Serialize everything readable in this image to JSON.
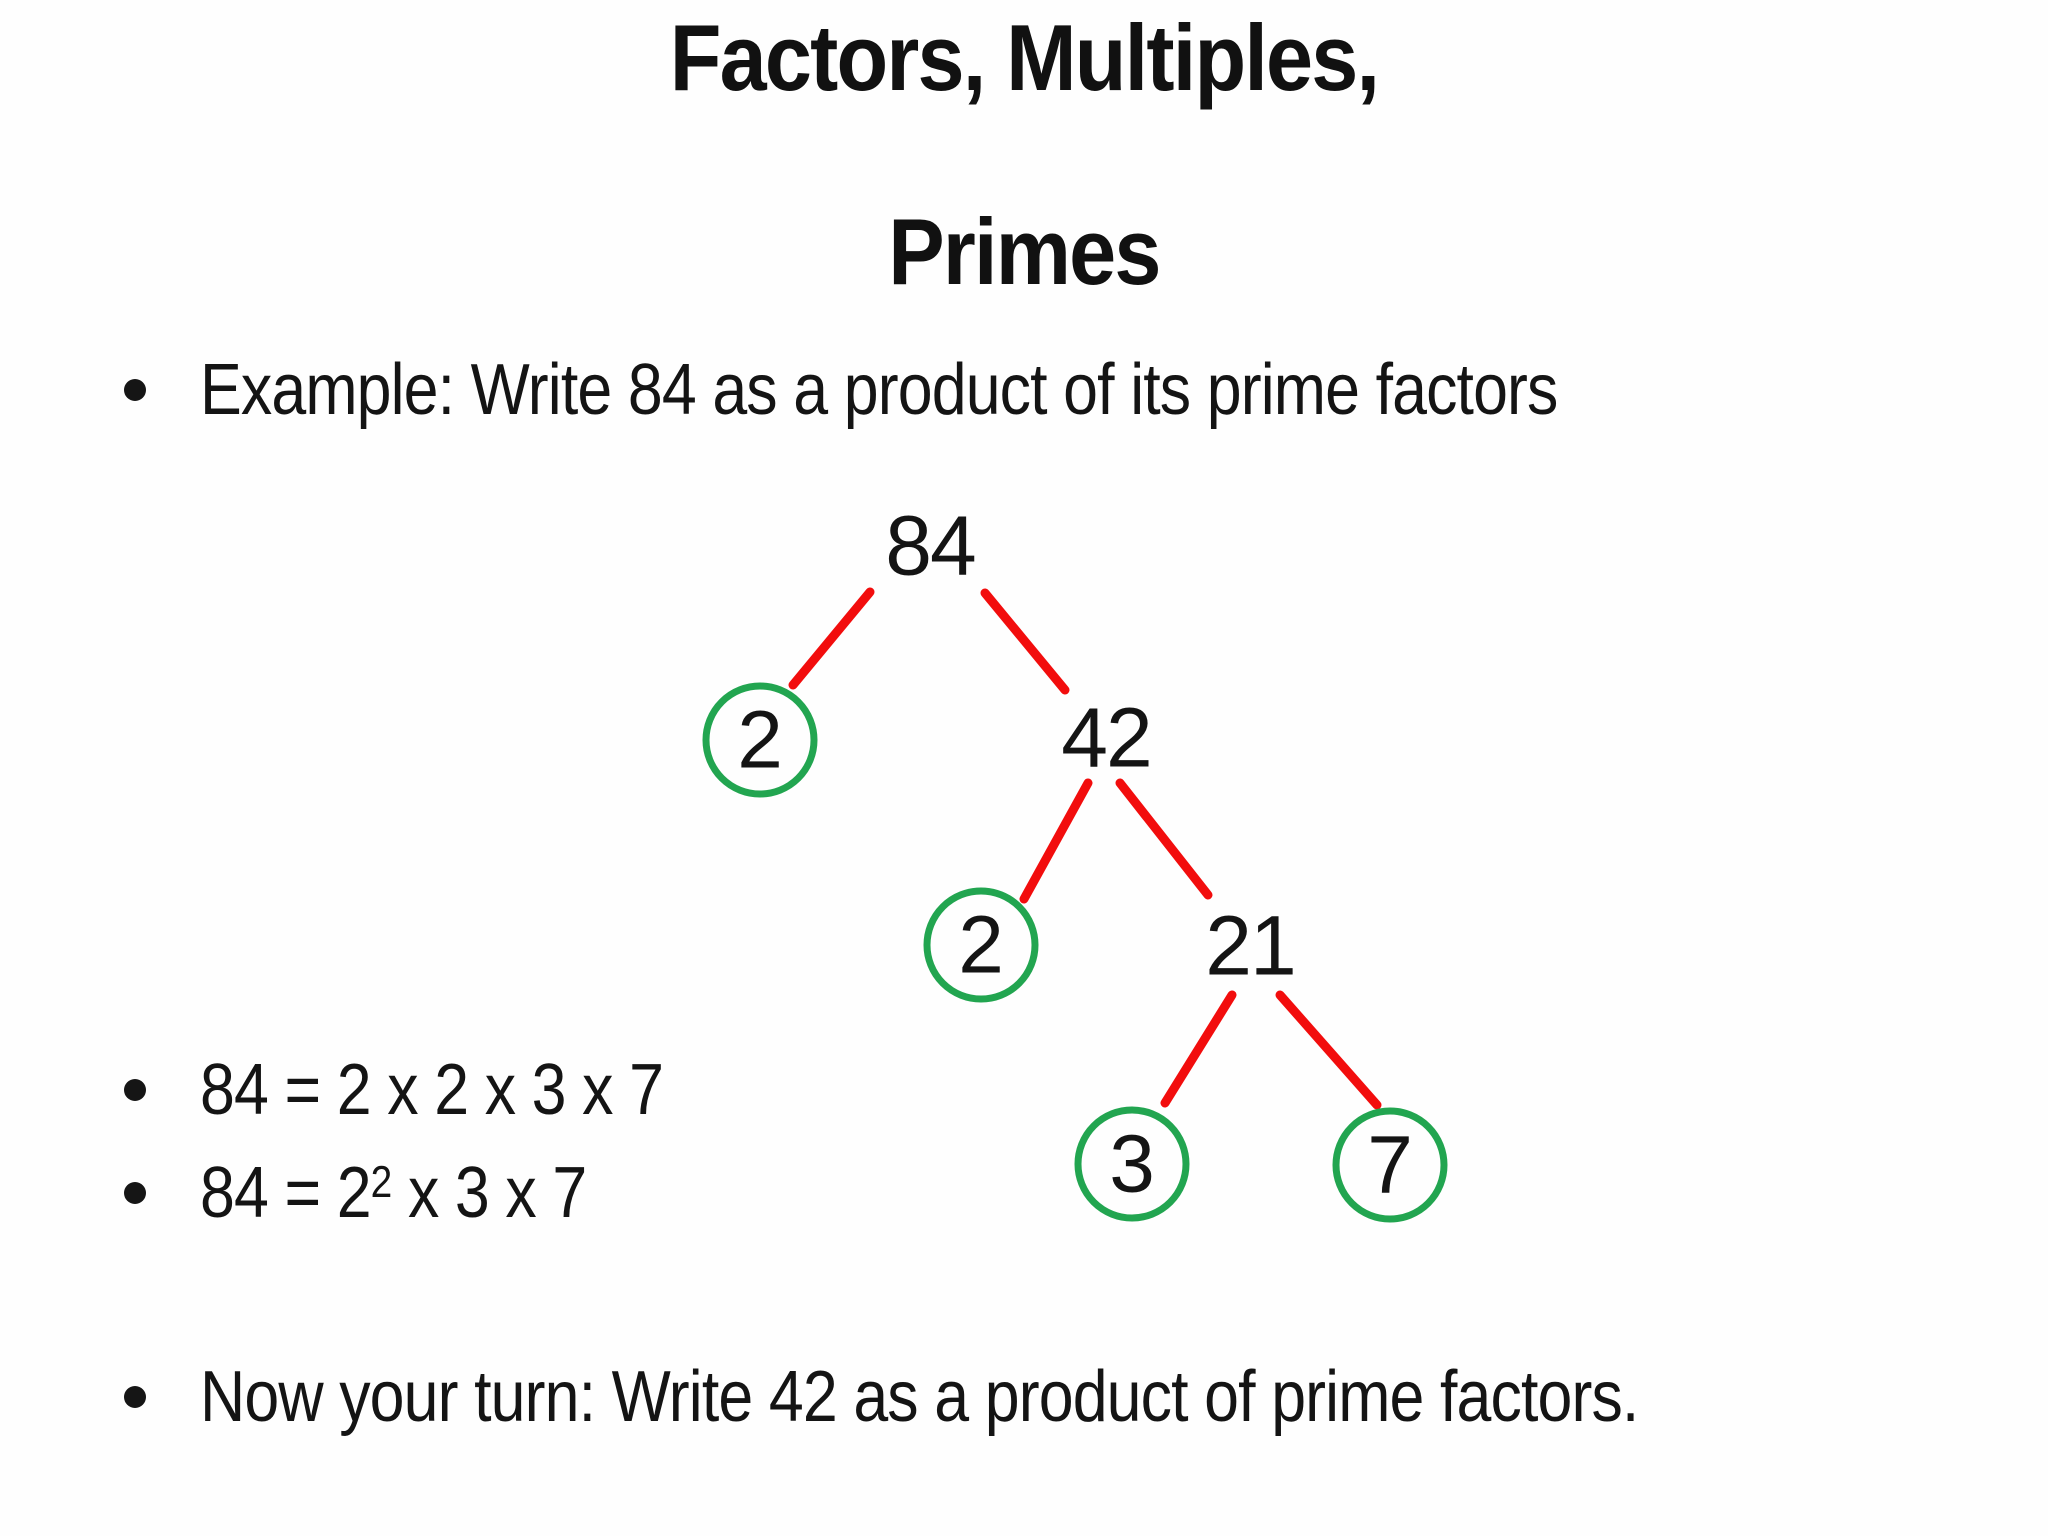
{
  "title": {
    "line1": "Factors, Multiples,",
    "line2": "Primes"
  },
  "bullet_char": "",
  "bullets": {
    "example": "Example: Write 84 as a product of its prime factors",
    "product_expanded": "84 = 2 x 2 x 3 x 7",
    "product_power_prefix": "84 = 2",
    "product_power_exponent": "2",
    "product_power_suffix": " x 3 x 7",
    "your_turn": "Now your turn: Write 42 as a product of prime factors."
  },
  "tree": {
    "root": "84",
    "level1_left_circled": "2",
    "level1_right": "42",
    "level2_left_circled": "2",
    "level2_right": "21",
    "level3_left_circled": "3",
    "level3_right_circled": "7"
  },
  "colors": {
    "circle_green": "#22a550",
    "branch_red": "#f20d0d",
    "text": "#141414"
  }
}
